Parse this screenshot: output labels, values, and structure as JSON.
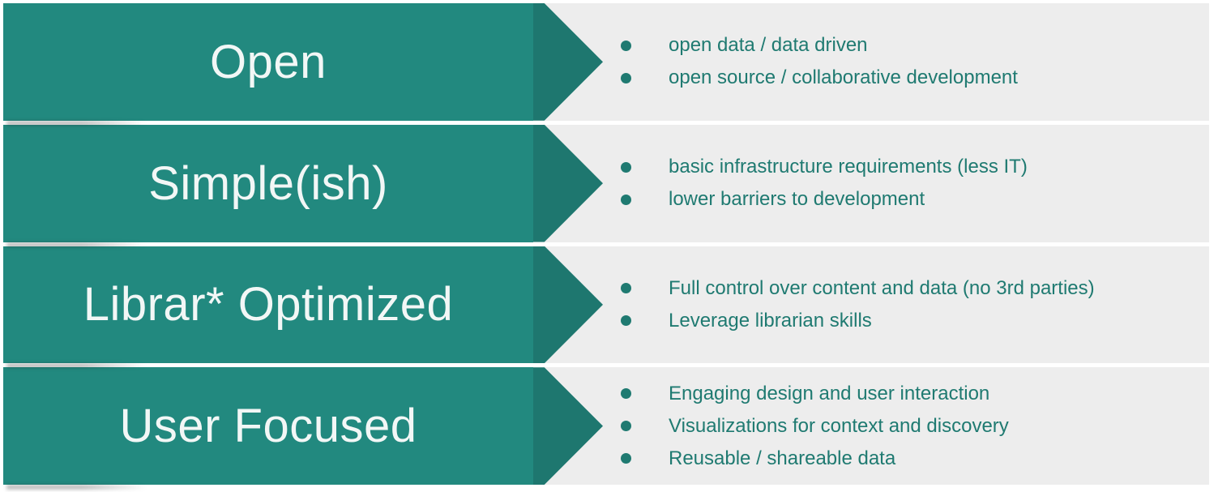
{
  "colors": {
    "banner_body": "#22897F",
    "banner_arrowhead": "#1E776F",
    "heading_text": "#F2F7F6",
    "bullet_text": "#1F7A71",
    "panel_background": "#EDEDED",
    "page_background": "#FFFFFF"
  },
  "rows": [
    {
      "heading": "Open",
      "bullets": [
        "open data / data driven",
        "open source / collaborative development"
      ]
    },
    {
      "heading": "Simple(ish)",
      "bullets": [
        "basic infrastructure requirements (less IT)",
        "lower barriers to development"
      ]
    },
    {
      "heading": "Librar* Optimized",
      "bullets": [
        "Full control over content and data (no 3rd parties)",
        "Leverage librarian skills"
      ]
    },
    {
      "heading": "User Focused",
      "bullets": [
        "Engaging design and user interaction",
        "Visualizations for context and discovery",
        "Reusable / shareable data"
      ]
    }
  ]
}
